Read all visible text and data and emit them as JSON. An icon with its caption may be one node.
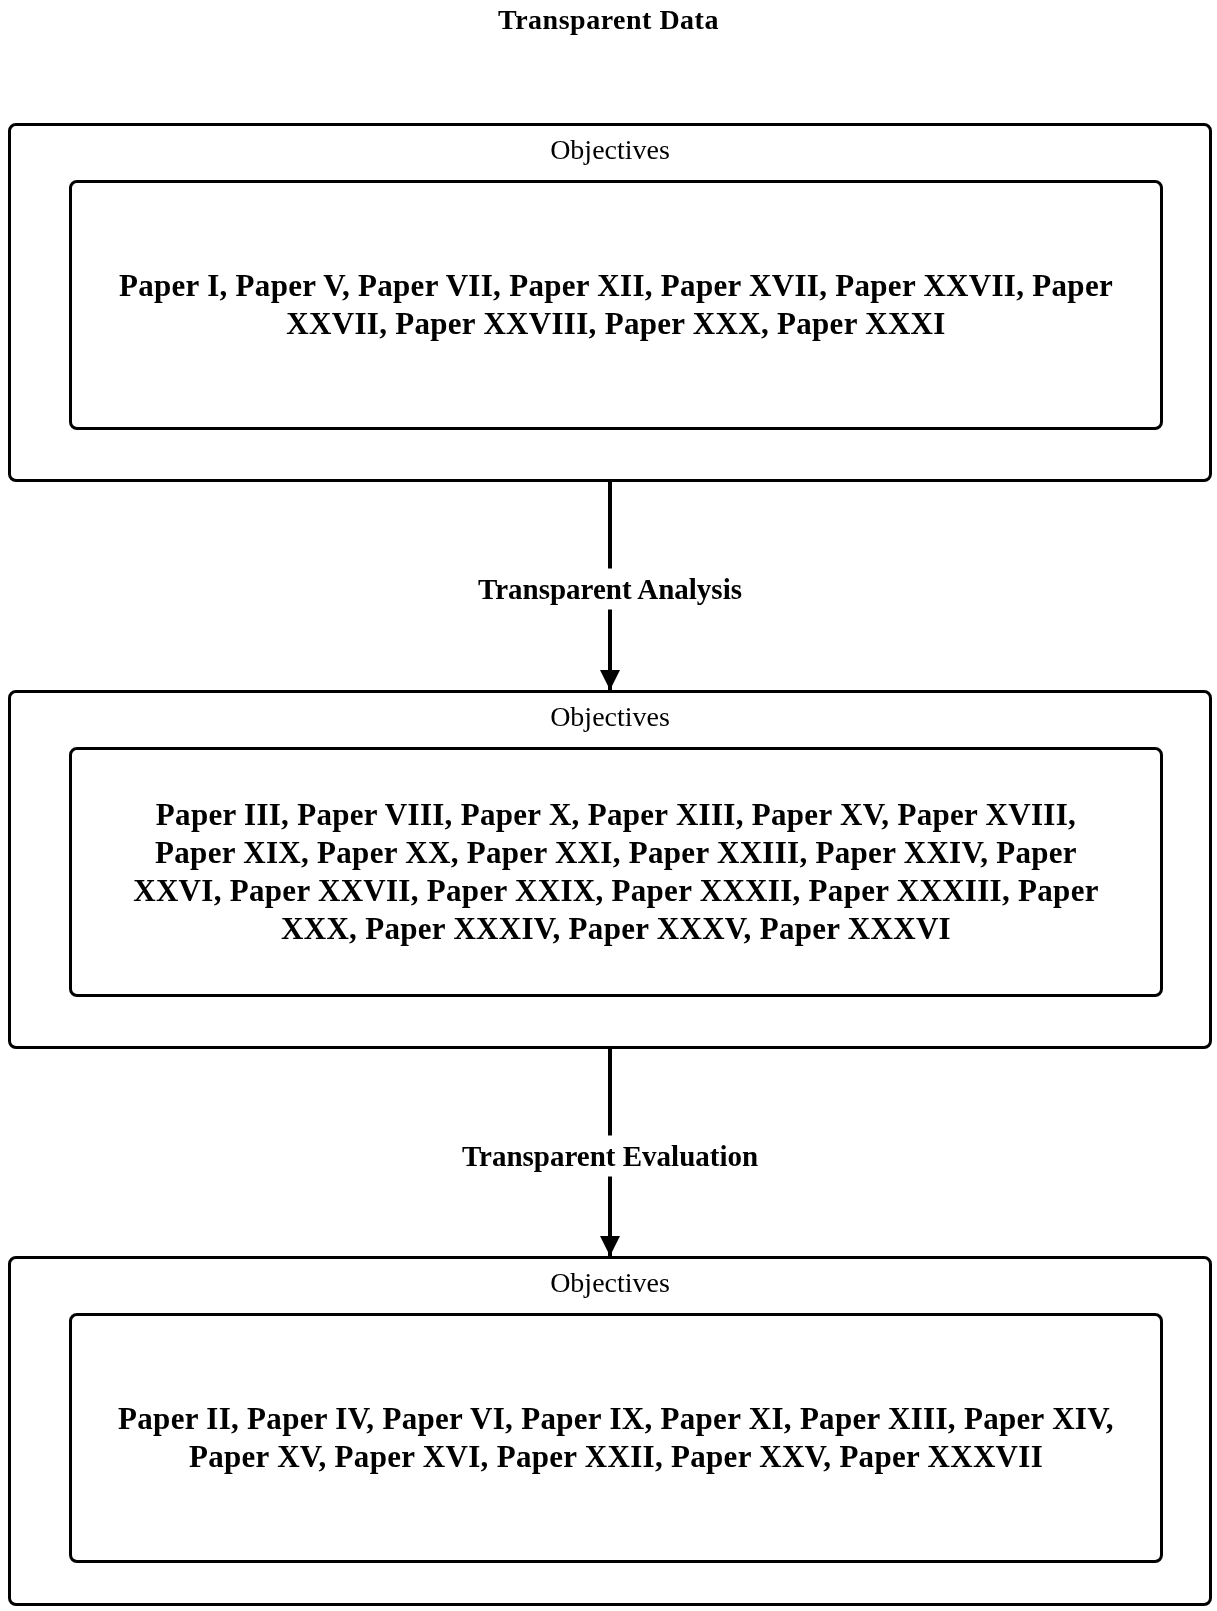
{
  "diagram": {
    "title": "Transparent Data",
    "nodes": [
      {
        "text": [
          "Objectives"
        ]
      },
      {
        "text": [
          "Paper I, Paper V, Paper VII, Paper XII, Paper XVII, Paper XXVII, Paper XXVII, Paper XXVIII, Paper XXX, Paper XXXI"
        ],
        "in": 0
      },
      {
        "text": [
          "Objectives"
        ]
      },
      {
        "text": [
          "Paper III, Paper VIII, Paper X, Paper XIII, Paper XV, Paper XVIII, Paper XIX, Paper XX, Paper XXI, Paper XXIII, Paper XXIV, Paper XXVI, Paper XXVII, Paper XXIX, Paper XXXII, Paper XXXIII, Paper XXX, Paper XXXIV, Paper XXXV, Paper XXXVI"
        ],
        "in": 2
      },
      {
        "text": [
          "Objectives"
        ]
      },
      {
        "text": [
          "Paper II, Paper IV, Paper VI, Paper IX, Paper XI, Paper XIII, Paper XIV, Paper XV, Paper XVI, Paper XXII, Paper XXV, Paper XXXVII"
        ],
        "in": 4
      }
    ],
    "edges": [
      {
        "from": 0,
        "to": 2,
        "arrow": "to",
        "label": "Transparent Analysis"
      },
      {
        "from": 2,
        "to": 4,
        "arrow": "to",
        "label": "Transparent Evaluation"
      }
    ]
  }
}
